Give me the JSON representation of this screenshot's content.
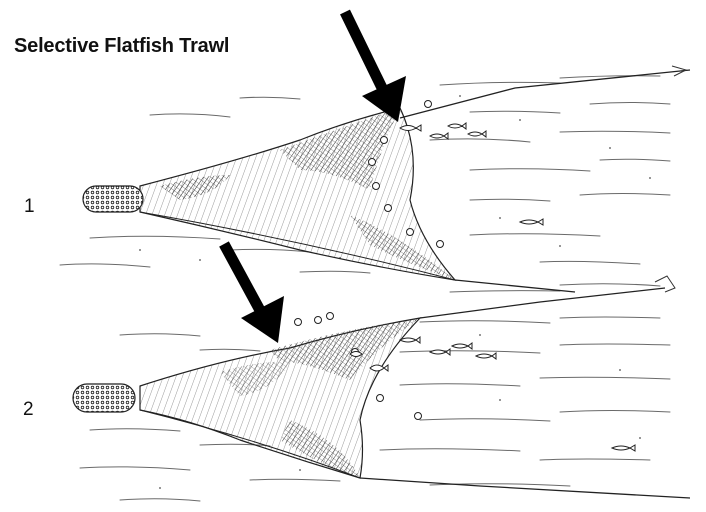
{
  "title": "Selective Flatfish Trawl",
  "panels": [
    {
      "label": "1"
    },
    {
      "label": "2"
    }
  ],
  "colors": {
    "ink": "#1a1a1a",
    "arrow": "#000000",
    "paper": "#ffffff"
  }
}
